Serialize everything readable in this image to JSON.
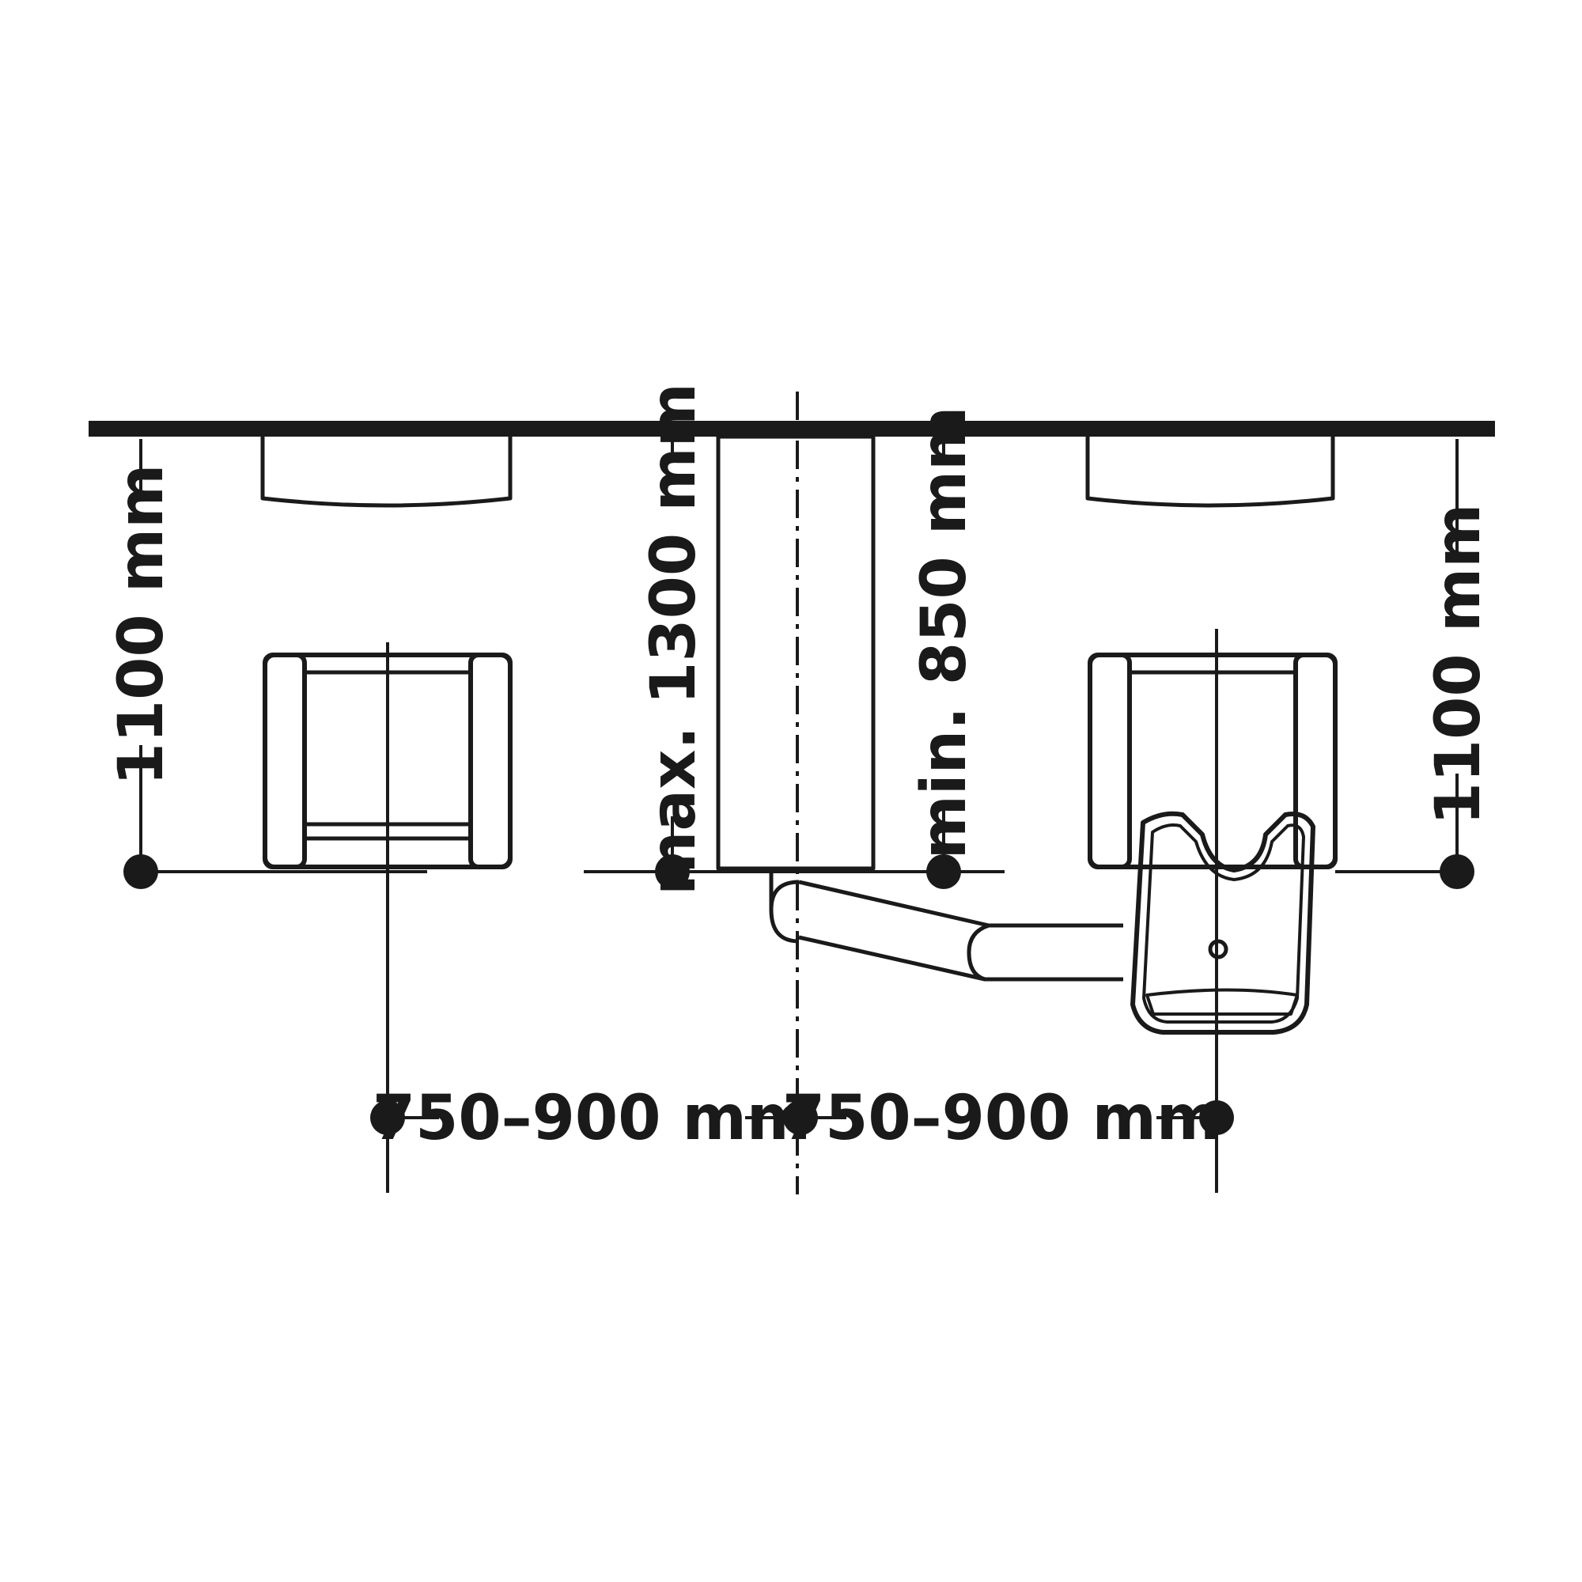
{
  "dimensions": {
    "left_wall_to_seat": "1100 mm",
    "right_wall_to_seat": "1100 mm",
    "max_depth": "max. 1300 mm",
    "min_depth": "min. 850 mm",
    "left_centerline_spacing": "750–900 mm",
    "right_centerline_spacing": "750–900 mm"
  },
  "colors": {
    "ink": "#1a1a1a",
    "background": "#ffffff"
  }
}
